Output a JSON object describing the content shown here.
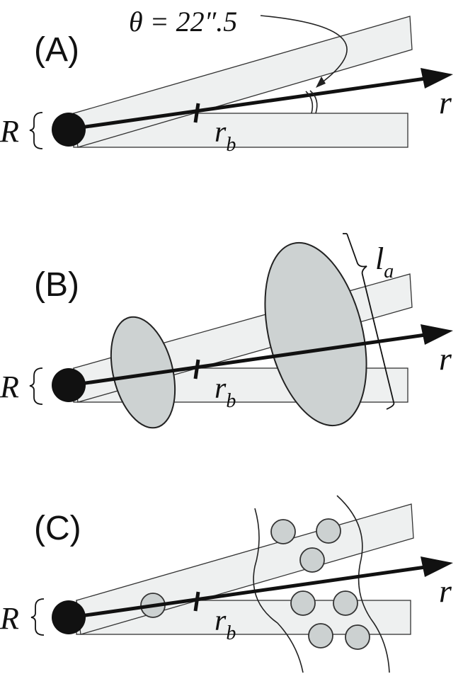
{
  "panels": [
    {
      "id": "A",
      "label": "(A)",
      "radius_label": "R",
      "r_label": "r",
      "rb_label": "r",
      "rb_sub": "b",
      "angle_label": "θ = 22″.5"
    },
    {
      "id": "B",
      "label": "(B)",
      "radius_label": "R",
      "r_label": "r",
      "rb_label": "r",
      "rb_sub": "b",
      "la_label": "l",
      "la_sub": "a"
    },
    {
      "id": "C",
      "label": "(C)",
      "radius_label": "R",
      "r_label": "r",
      "rb_label": "r",
      "rb_sub": "b"
    }
  ]
}
